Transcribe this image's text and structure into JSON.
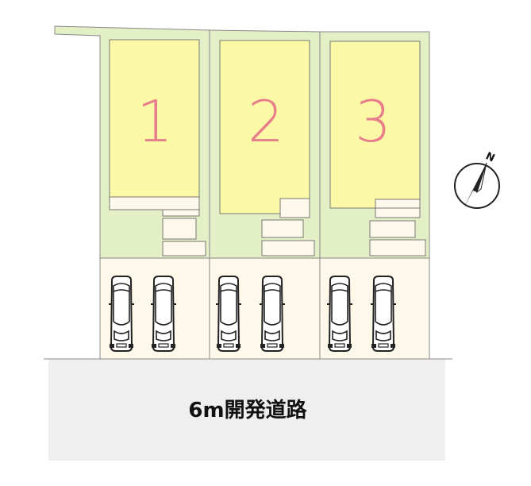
{
  "colors": {
    "lot_ground": "#e3efc4",
    "building": "#fbf9a6",
    "parking": "#fef8ea",
    "road": "#efefef",
    "outline": "#8a8a8a",
    "lot_number": "#e87d8c"
  },
  "lots": [
    {
      "number": "1"
    },
    {
      "number": "2"
    },
    {
      "number": "3"
    }
  ],
  "road": {
    "label": "6m開発道路"
  },
  "compass": {
    "label": "N",
    "icon": "north-arrow-icon"
  },
  "cars": {
    "icon": "car-top-view-icon",
    "count": 6
  }
}
